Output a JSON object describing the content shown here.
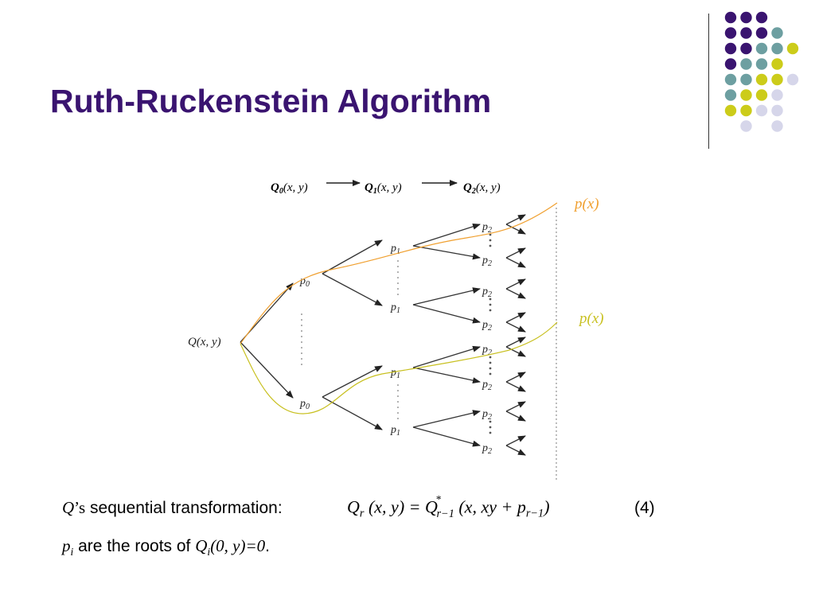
{
  "title": "Ruth-Ruckenstein Algorithm",
  "diagram": {
    "header_q0": "Q",
    "header_q0_sub": "0",
    "header_q1": "Q",
    "header_q1_sub": "1",
    "header_q2": "Q",
    "header_q2_sub": "2",
    "header_args": "(x, y)",
    "root_label": "Q(x, y)",
    "p0": "p",
    "p0_sub": "0",
    "p1": "p",
    "p1_sub": "1",
    "p2": "p",
    "p2_sub": "2",
    "px_orange": "p(x)",
    "px_yellow": "p(x)",
    "colors": {
      "orange": "#f0a030",
      "yellow": "#c8c020",
      "arrow": "#333333"
    }
  },
  "text": {
    "line1_q": "Q",
    "line1_s": "’s",
    "line1_rest": " sequential transformation:",
    "eq_num": "(4)",
    "line2_p": "p",
    "line2_sub": "i",
    "line2_mid": " are the roots of ",
    "line2_q": "Q",
    "line2_qsub": "i",
    "line2_args": "(0, y)=0",
    "line2_end": "."
  },
  "equation": {
    "lhs": "Q",
    "lhs_sub": "r",
    "lhs_args": " (x, y) = ",
    "rhs": "Q",
    "rhs_sup": "*",
    "rhs_sub": "r−1",
    "rhs_args": " (x, xy + p",
    "rhs_psub": "r−1",
    "rhs_close": ")"
  },
  "decoration": {
    "colors": {
      "purple": "#3a1470",
      "teal": "#6d9fa1",
      "yellow": "#cccc1a",
      "lavender": "#d6d6ea"
    }
  }
}
